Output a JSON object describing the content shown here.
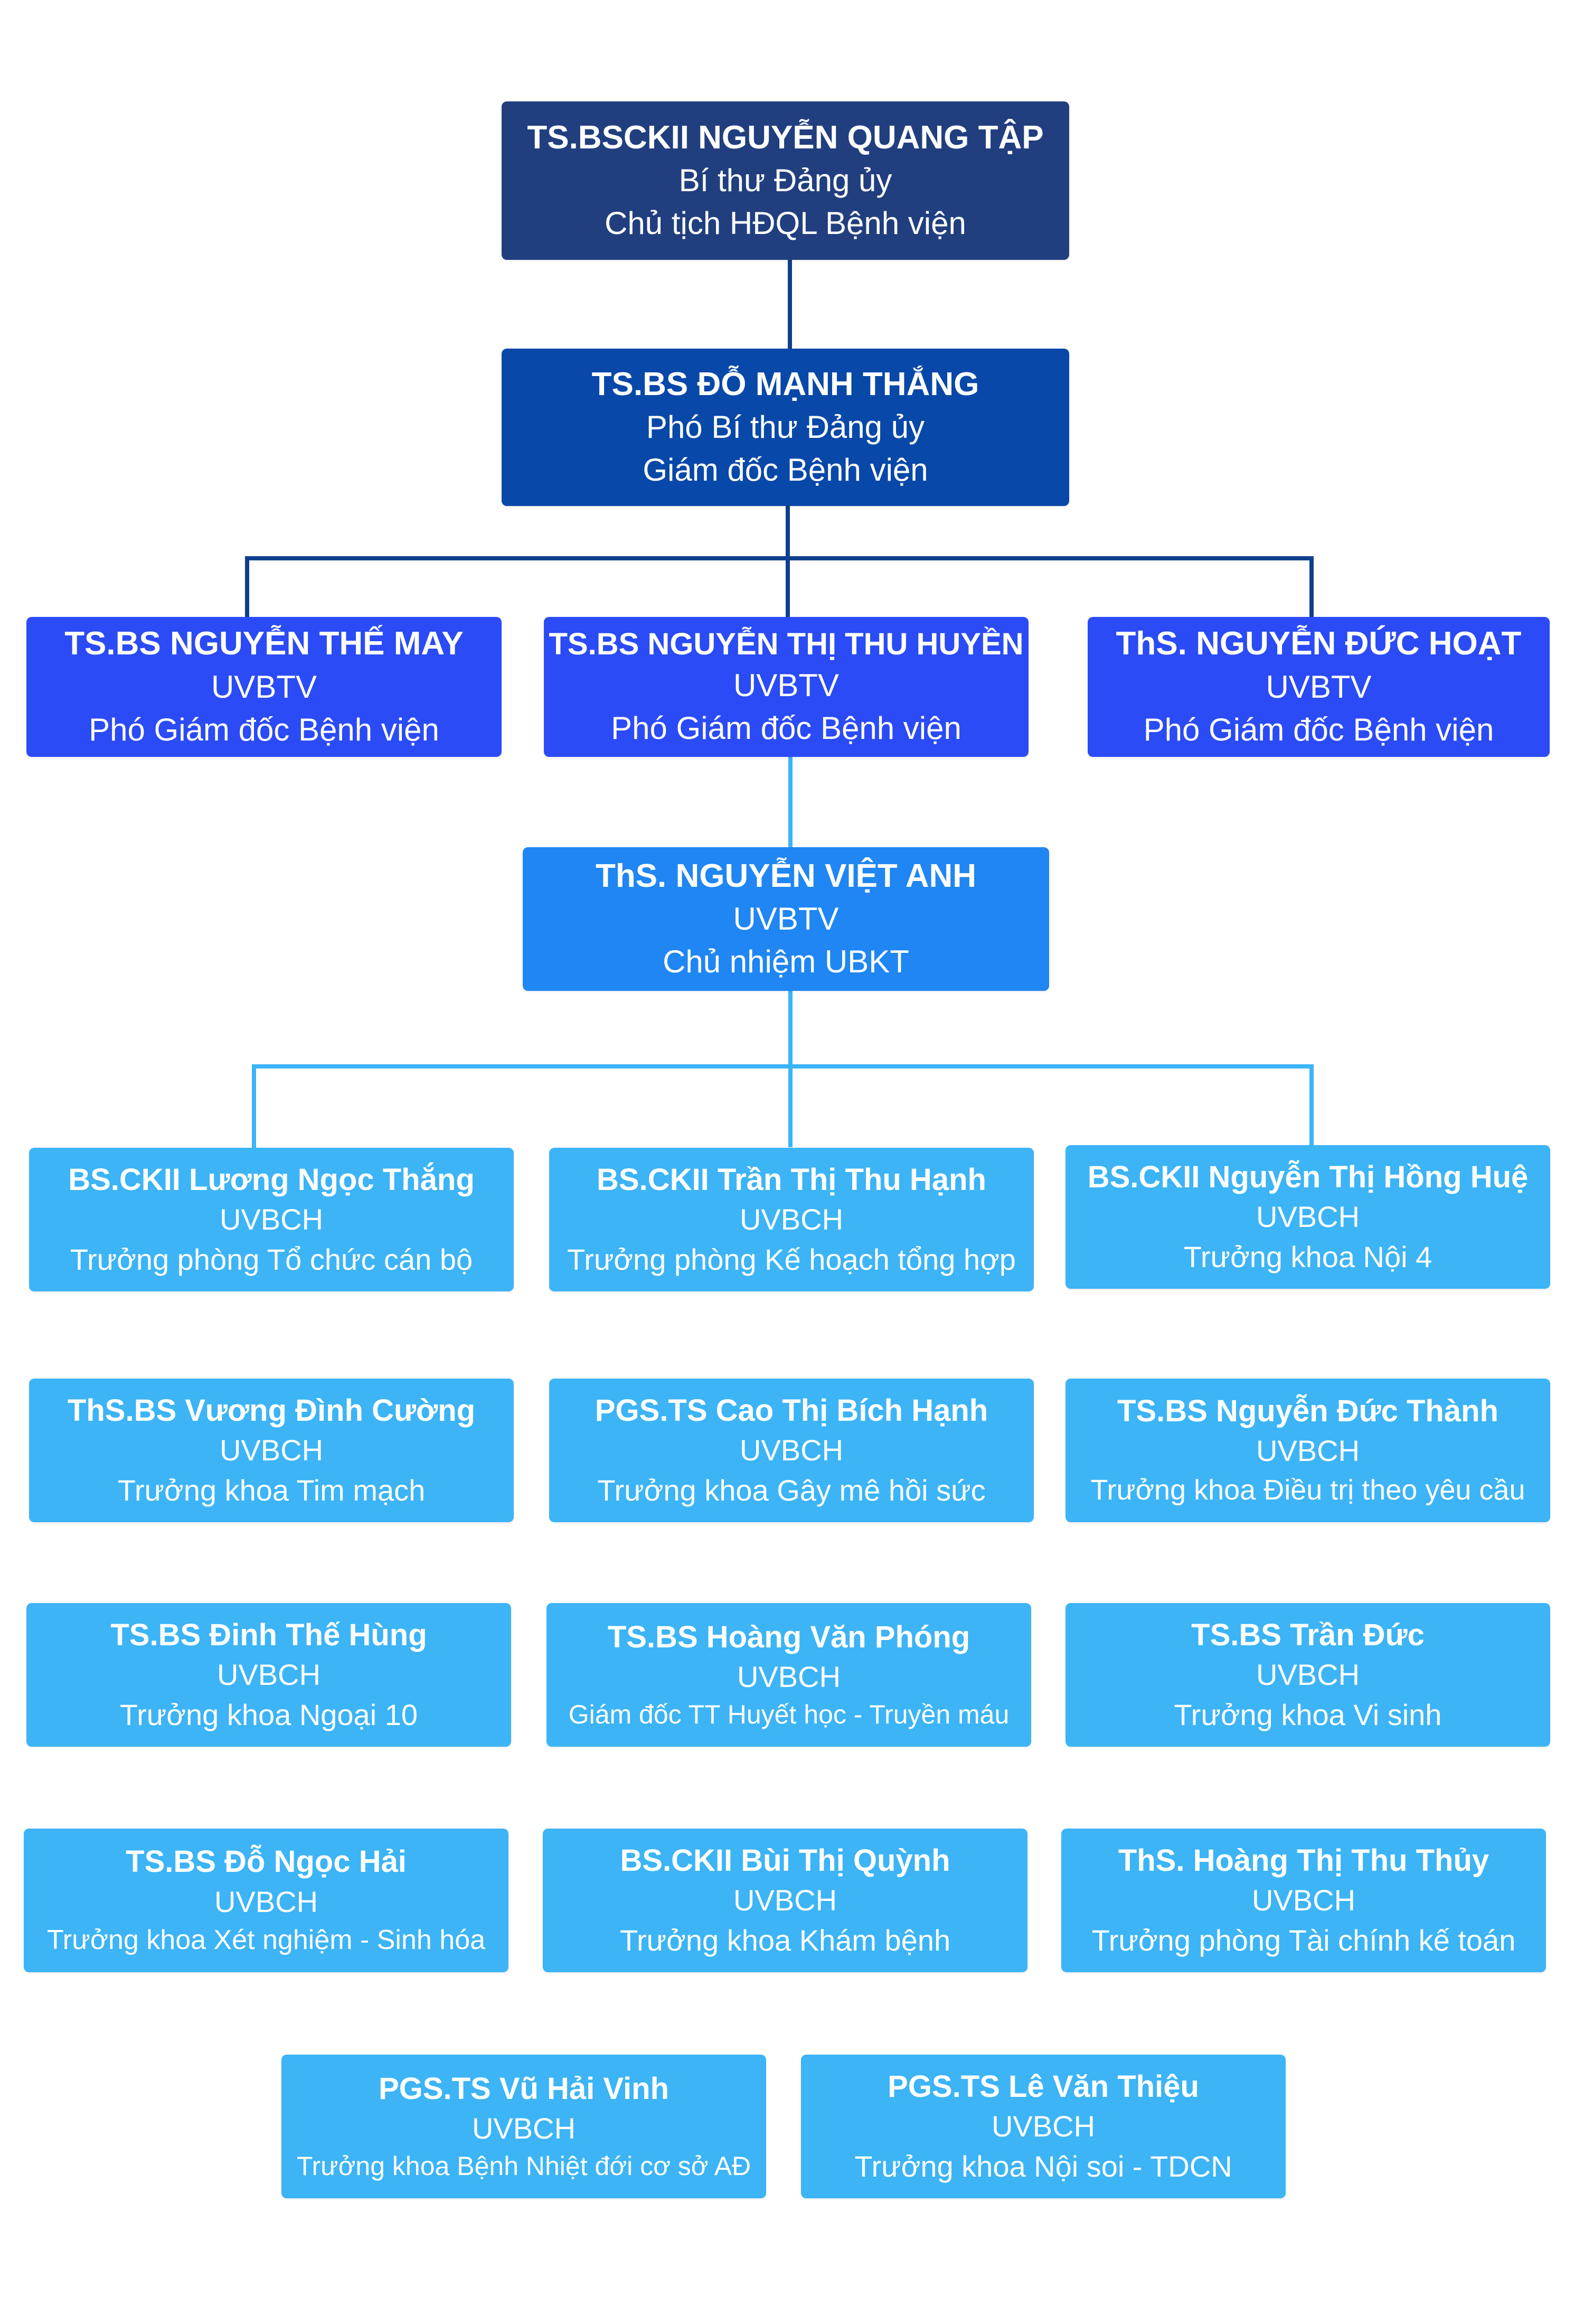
{
  "colors": {
    "level1": "#213f7f",
    "level2": "#0848a8",
    "level3": "#2a4bf5",
    "level4": "#1f86f3",
    "level5": "#3cb4f6",
    "line_dark": "#0f3f8d",
    "line_light": "#3cb4f6"
  },
  "nodes": [
    {
      "id": "n1",
      "name": "TS.BSCKII NGUYỄN QUANG TẬP",
      "line1": "Bí thư Đảng ủy",
      "line2": "Chủ tịch HĐQL Bệnh viện"
    },
    {
      "id": "n2",
      "name": "TS.BS ĐỖ MẠNH THẮNG",
      "line1": "Phó Bí thư Đảng ủy",
      "line2": "Giám đốc Bệnh viện"
    },
    {
      "id": "n3",
      "name": "TS.BS NGUYỄN THẾ MAY",
      "line1": "UVBTV",
      "line2": "Phó Giám đốc Bệnh viện"
    },
    {
      "id": "n4",
      "name": "TS.BS NGUYỄN THỊ THU HUYỀN",
      "line1": "UVBTV",
      "line2": "Phó Giám đốc Bệnh viện"
    },
    {
      "id": "n5",
      "name": "ThS. NGUYỄN ĐỨC HOẠT",
      "line1": "UVBTV",
      "line2": "Phó Giám đốc Bệnh viện"
    },
    {
      "id": "n6",
      "name": "ThS. NGUYỄN VIỆT ANH",
      "line1": "UVBTV",
      "line2": "Chủ nhiệm UBKT"
    },
    {
      "id": "n7",
      "name": "BS.CKII Lương Ngọc Thắng",
      "line1": "UVBCH",
      "line2": "Trưởng phòng Tổ chức cán bộ"
    },
    {
      "id": "n8",
      "name": "BS.CKII Trần Thị Thu Hạnh",
      "line1": "UVBCH",
      "line2": "Trưởng phòng Kế hoạch tổng hợp"
    },
    {
      "id": "n9",
      "name": "BS.CKII Nguyễn Thị Hồng Huệ",
      "line1": "UVBCH",
      "line2": "Trưởng khoa Nội 4"
    },
    {
      "id": "n10",
      "name": "ThS.BS Vương Đình Cường",
      "line1": "UVBCH",
      "line2": "Trưởng khoa Tim mạch"
    },
    {
      "id": "n11",
      "name": "PGS.TS Cao Thị Bích Hạnh",
      "line1": "UVBCH",
      "line2": "Trưởng khoa Gây mê hồi sức"
    },
    {
      "id": "n12",
      "name": "TS.BS Nguyễn Đức Thành",
      "line1": "UVBCH",
      "line2": "Trưởng khoa Điều trị theo yêu cầu"
    },
    {
      "id": "n13",
      "name": "TS.BS Đinh Thế Hùng",
      "line1": "UVBCH",
      "line2": "Trưởng khoa Ngoại 10"
    },
    {
      "id": "n14",
      "name": "TS.BS Hoàng Văn Phóng",
      "line1": "UVBCH",
      "line2": "Giám đốc TT Huyết học - Truyền máu"
    },
    {
      "id": "n15",
      "name": "TS.BS Trần Đức",
      "line1": "UVBCH",
      "line2": "Trưởng khoa Vi sinh"
    },
    {
      "id": "n16",
      "name": "TS.BS Đỗ Ngọc Hải",
      "line1": "UVBCH",
      "line2": "Trưởng khoa Xét nghiệm - Sinh hóa"
    },
    {
      "id": "n17",
      "name": "BS.CKII Bùi Thị Quỳnh",
      "line1": "UVBCH",
      "line2": "Trưởng khoa Khám bệnh"
    },
    {
      "id": "n18",
      "name": "ThS. Hoàng Thị Thu Thủy",
      "line1": "UVBCH",
      "line2": "Trưởng phòng Tài chính kế toán"
    },
    {
      "id": "n19",
      "name": "PGS.TS Vũ Hải Vinh",
      "line1": "UVBCH",
      "line2": "Trưởng khoa Bệnh Nhiệt đới cơ sở AĐ"
    },
    {
      "id": "n20",
      "name": "PGS.TS Lê Văn Thiệu",
      "line1": "UVBCH",
      "line2": "Trưởng khoa Nội soi - TDCN"
    }
  ]
}
